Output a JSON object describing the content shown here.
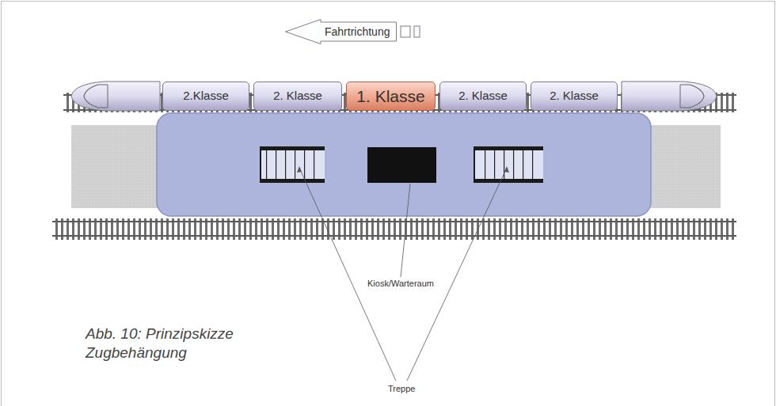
{
  "diagram": {
    "caption": "Abb. 10: Prinzipskizze Zugbehängung",
    "nodes": [
      {
        "text": [
          "Fahrtrichtung"
        ]
      },
      {
        "text": [
          "2.Klasse"
        ]
      },
      {
        "text": [
          "2. Klasse"
        ]
      },
      {
        "text": [
          "1. Klasse"
        ]
      },
      {
        "text": [
          "2. Klasse"
        ]
      },
      {
        "text": [
          "2. Klasse"
        ]
      }
    ],
    "edges": [],
    "labels": [
      "Kiosk/Warteraum",
      "Treppe"
    ]
  }
}
